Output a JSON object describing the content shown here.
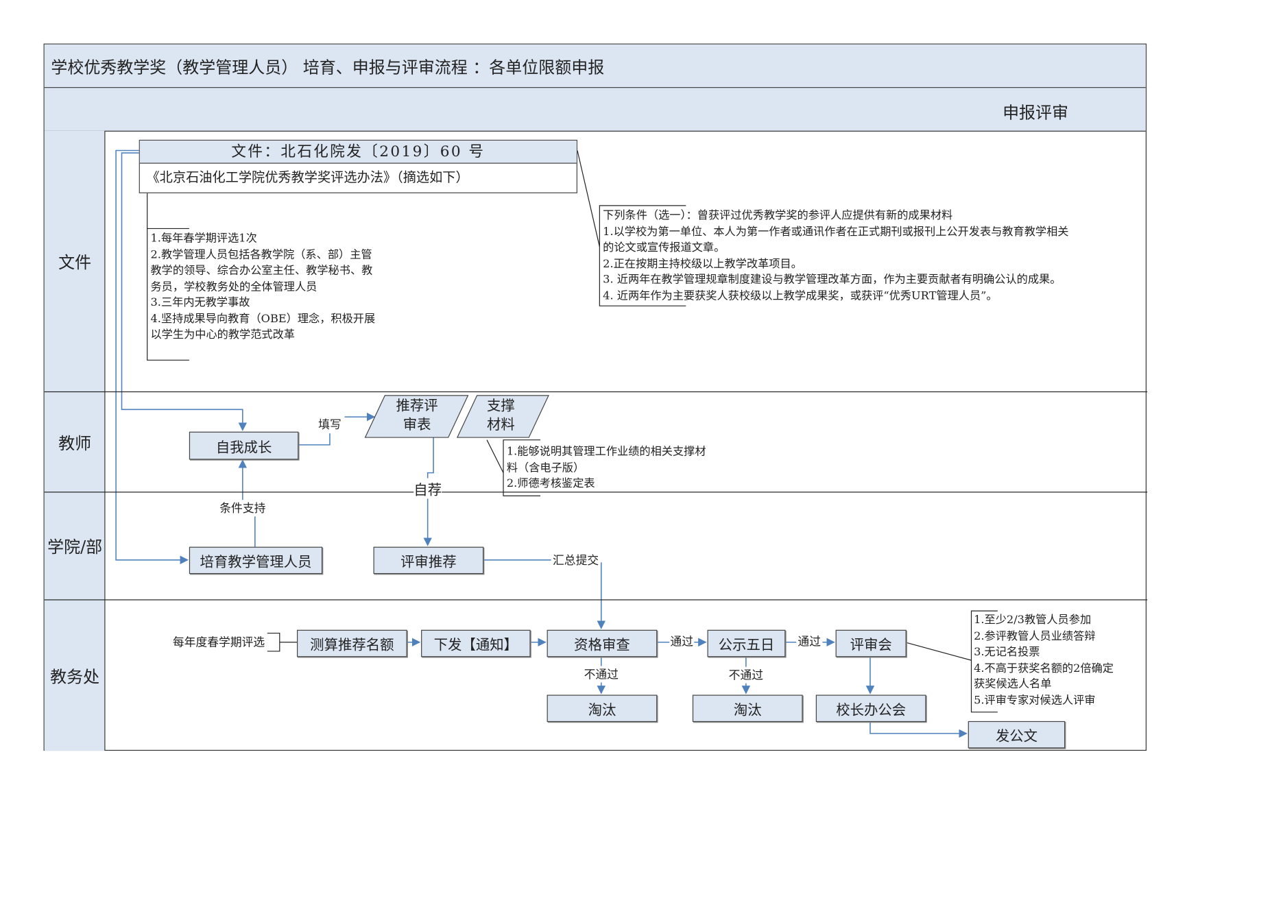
{
  "title": "学校优秀教学奖（教学管理人员） 培育、申报与评审流程 ：各单位限额申报",
  "stage": "申报评审",
  "lanes": [
    "文件",
    "教师",
    "学院/部",
    "教务处"
  ],
  "document": {
    "header": "文件：北石化院发〔2019〕60 号",
    "subtitle": "《北京石油化工学院优秀教学奖评选办法》（摘选如下）"
  },
  "basic_conditions": [
    "1.每年春学期评选1次",
    "2.教学管理人员包括各教学院（系、部）主管",
    "教学的领导、综合办公室主任、教学秘书、教",
    "务员，学校教务处的全体管理人员",
    "3.三年内无教学事故",
    "4.坚持成果导向教育（OBE）理念，积极开展",
    "以学生为中心的教学范式改革"
  ],
  "optional_conditions": [
    "下列条件（选一）：曾获评过优秀教学奖的参评人应提供有新的成果材料",
    "1.以学校为第一单位、本人为第一作者或通讯作者在正式期刊或报刊上公开发表与教育教学相关",
    "的论文或宣传报道文章。",
    "2.正在按期主持校级以上教学改革项目。",
    "3. 近两年在教学管理规章制度建设与教学管理改革方面，作为主要贡献者有明确公认的成果。",
    "4. 近两年作为主要获奖人获校级以上教学成果奖，或获评“优秀URT管理人员”。"
  ],
  "teacher": {
    "self_growth": "自我成长",
    "fill_label": "填写",
    "form": [
      "推荐评",
      "审表"
    ],
    "materials": [
      "支撑",
      "材料"
    ],
    "materials_notes": [
      "1.能够说明其管理工作业绩的相关支撑材",
      "料（含电子版）",
      "2.师德考核鉴定表"
    ],
    "self_recommend": "自荐"
  },
  "college": {
    "cultivate": "培育教学管理人员",
    "support_label": "条件支持",
    "review_recommend": "评审推荐",
    "submit_label": "汇总提交"
  },
  "office": {
    "start_label": "每年度春学期评选",
    "quota": "测算推荐名额",
    "notice": "下发【通知】",
    "qualification": "资格审查",
    "pass1": "通过",
    "fail1": "不通过",
    "eliminate1": "淘汰",
    "publicity": "公示五日",
    "pass2": "通过",
    "fail2": "不通过",
    "eliminate2": "淘汰",
    "review_meeting": "评审会",
    "president_meeting": "校长办公会",
    "issue_doc": "发公文",
    "meeting_notes": [
      "1.至少2/3教管人员参加",
      "2.参评教管人员业绩答辩",
      "3.无记名投票",
      "4.不高于获奖名额的2倍确定",
      "获奖候选人名单",
      "5.评审专家对候选人评审"
    ]
  },
  "colors": {
    "box_fill": "#dce6f2",
    "connector": "#4f81bd",
    "border": "#333333"
  }
}
